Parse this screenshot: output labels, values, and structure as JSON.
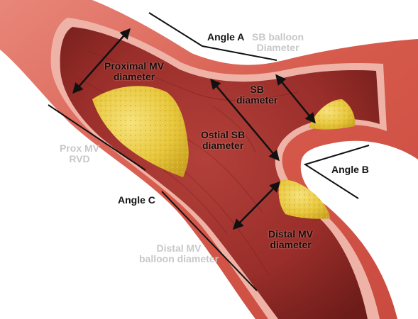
{
  "labels": {
    "angle_a": "Angle A",
    "sb_balloon_diameter": "SB balloon\nDiameter",
    "proximal_mv_diameter": "Proximal MV\ndiameter",
    "sb_diameter": "SB\ndiameter",
    "ostial_sb_diameter": "Ostial SB\ndiameter",
    "prox_mv_rvd": "Prox MV\nRVD",
    "angle_b": "Angle B",
    "angle_c": "Angle C",
    "distal_mv_diameter": "Distal MV\ndiameter",
    "distal_mv_balloon_diameter": "Distal MV\nballoon diameter"
  },
  "colors": {
    "vessel_outer": "#d65a4c",
    "vessel_wall": "#eeb3a6",
    "lumen": "#9a2e2a",
    "plaque": "#e6c63a",
    "arrow": "#111111",
    "light_label": "#c8c8c8"
  }
}
